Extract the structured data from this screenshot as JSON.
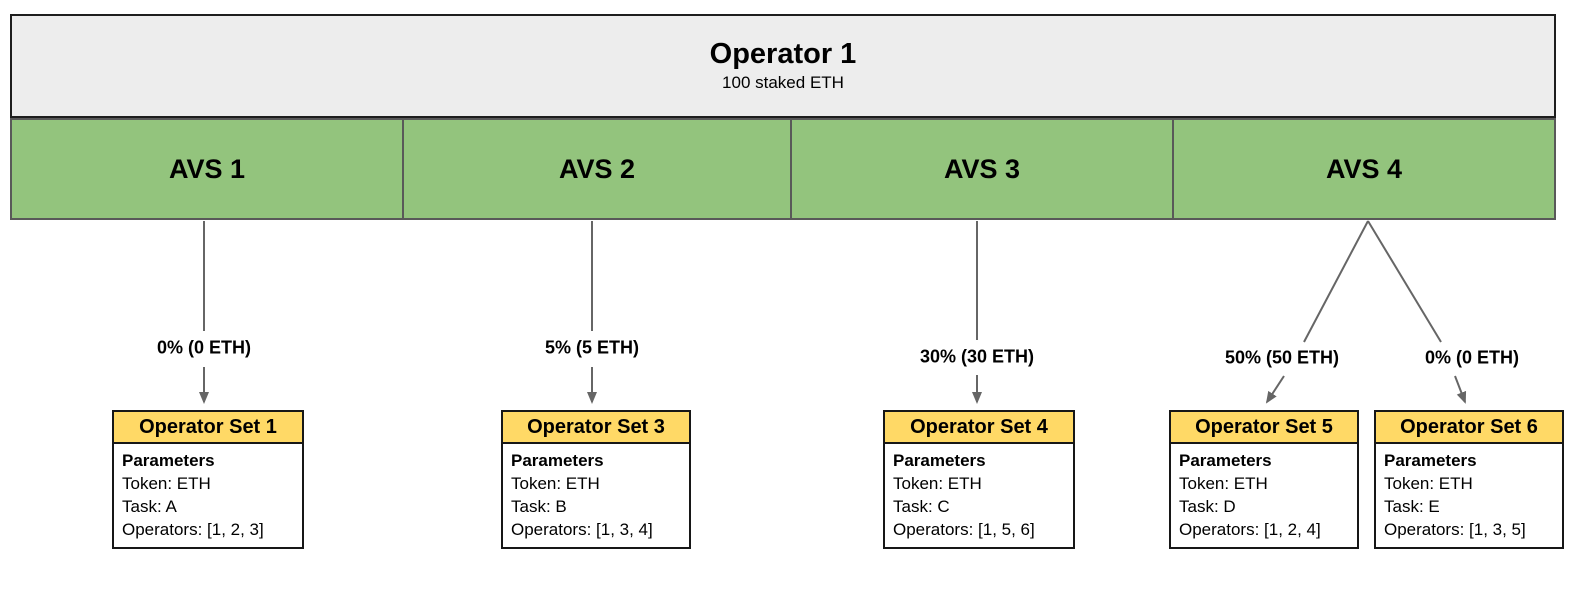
{
  "operator": {
    "title": "Operator 1",
    "subtitle": "100 staked ETH"
  },
  "avs": [
    {
      "label": "AVS 1"
    },
    {
      "label": "AVS 2"
    },
    {
      "label": "AVS 3"
    },
    {
      "label": "AVS 4"
    }
  ],
  "allocations": [
    {
      "label": "0% (0 ETH)"
    },
    {
      "label": "5% (5 ETH)"
    },
    {
      "label": "30% (30 ETH)"
    },
    {
      "label": "50% (50 ETH)"
    },
    {
      "label": "0% (0 ETH)"
    }
  ],
  "operator_sets": [
    {
      "title": "Operator Set 1",
      "heading": "Parameters",
      "token": "Token: ETH",
      "task": "Task: A",
      "operators": "Operators: [1, 2, 3]"
    },
    {
      "title": "Operator Set 3",
      "heading": "Parameters",
      "token": "Token: ETH",
      "task": "Task: B",
      "operators": "Operators: [1, 3, 4]"
    },
    {
      "title": "Operator Set 4",
      "heading": "Parameters",
      "token": "Token: ETH",
      "task": "Task: C",
      "operators": "Operators: [1, 5, 6]"
    },
    {
      "title": "Operator Set 5",
      "heading": "Parameters",
      "token": "Token: ETH",
      "task": "Task: D",
      "operators": "Operators: [1, 2, 4]"
    },
    {
      "title": "Operator Set 6",
      "heading": "Parameters",
      "token": "Token: ETH",
      "task": "Task: E",
      "operators": "Operators: [1, 3, 5]"
    }
  ],
  "colors": {
    "avs_green": "#93C47D",
    "card_yellow": "#FFD966",
    "operator_gray": "#EDEDED",
    "border_gray": "#595959",
    "arrow_gray": "#666666"
  }
}
